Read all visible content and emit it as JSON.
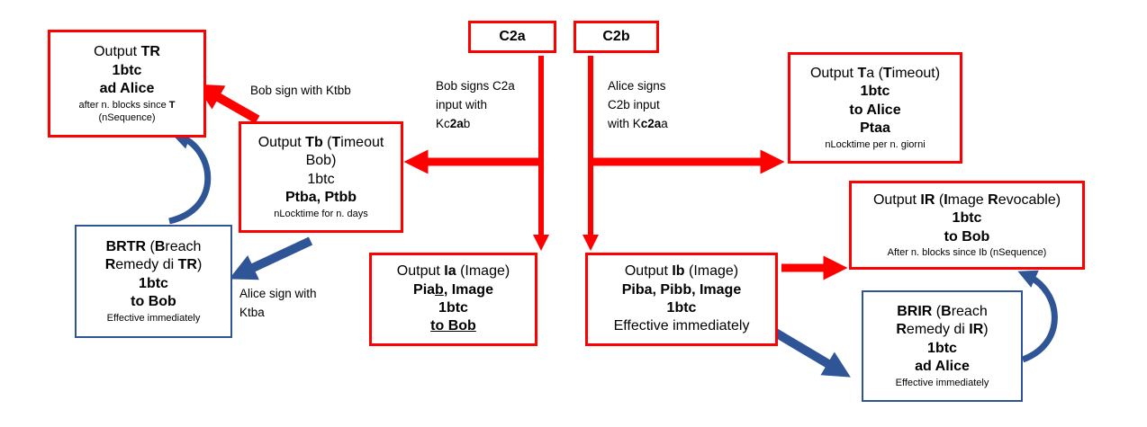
{
  "colors": {
    "red": "#ff0000",
    "blue": "#2f5597"
  },
  "boxes": {
    "c2a": {
      "label": "C2a"
    },
    "c2b": {
      "label": "C2b"
    },
    "tr": {
      "l1a": "Output ",
      "l1b": "TR",
      "l2": "1btc",
      "l3": "ad Alice",
      "l4a": "after n. blocks since ",
      "l4b": "T",
      "l5": "(nSequence)"
    },
    "tb": {
      "l1a": "Output ",
      "l1b": "Tb",
      "l1c": " (",
      "l1d": "T",
      "l1e": "imeout",
      "l2": "Bob)",
      "l3": "1btc",
      "l4": "Ptba, Ptbb",
      "l5": "nLocktime for n. days"
    },
    "brtr": {
      "l1a": "BRTR",
      "l1b": " (",
      "l1c": "B",
      "l1d": "reach",
      "l2a": "R",
      "l2b": "emedy di ",
      "l2c": "TR",
      "l2d": ")",
      "l3": "1btc",
      "l4": "to Bob",
      "l5": "Effective immediately"
    },
    "ia": {
      "l1a": "Output ",
      "l1b": "Ia",
      "l1c": " (Image)",
      "l2a": "Pia",
      "l2b": "b",
      "l2c": ", Image",
      "l3": "1btc",
      "l4": "to Bob"
    },
    "ib": {
      "l1a": "Output ",
      "l1b": "Ib",
      "l1c": " (Image)",
      "l2": "Piba, Pibb, Image",
      "l3": "1btc",
      "l4": "Effective immediately"
    },
    "ta": {
      "l1a": "Output ",
      "l1b": "T",
      "l1c": "a (",
      "l1d": "T",
      "l1e": "imeout)",
      "l2": "1btc",
      "l3": "to Alice",
      "l4": "Ptaa",
      "l5": "nLocktime per n. giorni"
    },
    "ir": {
      "l1a": "Output ",
      "l1b": "IR",
      "l1c": " (",
      "l1d": "I",
      "l1e": "mage ",
      "l1f": "R",
      "l1g": "evocable)",
      "l2": "1btc",
      "l3": "to Bob",
      "l4": "After n. blocks since Ib (nSequence)"
    },
    "brir": {
      "l1a": "BRIR",
      "l1b": " (",
      "l1c": "B",
      "l1d": "reach",
      "l2a": "R",
      "l2b": "emedy di ",
      "l2c": "IR",
      "l2d": ")",
      "l3": "1btc",
      "l4": "ad Alice",
      "l5": "Effective immediately"
    }
  },
  "labels": {
    "bob_ktbb": "Bob sign with Ktbb",
    "bob_c2a": {
      "l1": "Bob signs C2a",
      "l2": "input with",
      "l3a": "Kc",
      "l3b": "2a",
      "l3c": "b"
    },
    "alice_c2b": {
      "l1": "Alice signs",
      "l2": "C2b input",
      "l3a": "with K",
      "l3b": "c2a",
      "l3c": "a"
    },
    "alice_ktba": {
      "l1": "Alice sign with",
      "l2": "Ktba"
    }
  }
}
